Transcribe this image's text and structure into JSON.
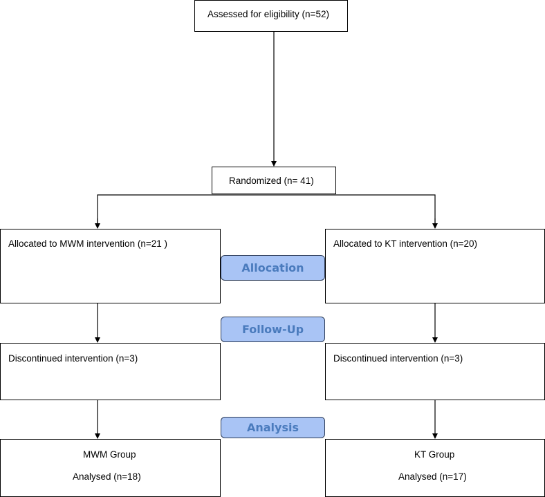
{
  "flow": {
    "assessed": "Assessed for eligibility (n=52)",
    "randomized": "Randomized (n= 41)",
    "left": {
      "allocated": "Allocated to MWM intervention (n=21 )",
      "discontinued": "Discontinued intervention (n=3)",
      "group": "MWM Group",
      "analysed": "Analysed  (n=18)"
    },
    "right": {
      "allocated": "Allocated to KT intervention (n=20)",
      "discontinued": "Discontinued intervention (n=3)",
      "group": "KT Group",
      "analysed": "Analysed  (n=17)"
    }
  },
  "stages": {
    "allocation": "Allocation",
    "follow_up": "Follow-Up",
    "analysis": "Analysis"
  },
  "colors": {
    "stage_fill": "#a9c4f5",
    "stage_text": "#4a7bbd",
    "stage_border": "#2b3a55"
  }
}
